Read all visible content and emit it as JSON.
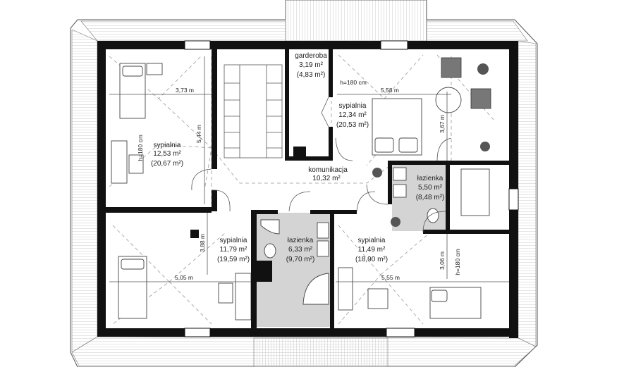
{
  "rooms": [
    {
      "id": "bed-tl",
      "name": "sypialnia",
      "area": "12,53 m²",
      "area2": "(20,67 m²)"
    },
    {
      "id": "garderoba",
      "name": "garderoba",
      "area": "3,19 m²",
      "area2": "(4,83 m²)"
    },
    {
      "id": "bed-tr",
      "name": "sypialnia",
      "area": "12,34 m²",
      "area2": "(20,53 m²)"
    },
    {
      "id": "komunikacja",
      "name": "komunikacja",
      "area": "10,32 m²",
      "area2": ""
    },
    {
      "id": "bath-r",
      "name": "łazienka",
      "area": "5,50 m²",
      "area2": "(8,48 m²)"
    },
    {
      "id": "bed-bl",
      "name": "sypialnia",
      "area": "11,79 m²",
      "area2": "(19,59 m²)"
    },
    {
      "id": "bath-c",
      "name": "łazienka",
      "area": "6,33 m²",
      "area2": "(9,70 m²)"
    },
    {
      "id": "bed-br",
      "name": "sypialnia",
      "area": "11,49 m²",
      "area2": "(18,90 m²)"
    }
  ],
  "dimensions": {
    "tl_width": "3,73 m",
    "tl_height": "5,44 m",
    "tl_headroom": "h=180 cm",
    "tr_headroom": "h=180 cm",
    "tr_width": "5,58 m",
    "tr_height": "3,67 m",
    "bl_height": "3,88 m",
    "bl_width": "5,05 m",
    "br_height": "3,06 m",
    "br_headroom": "h=180 cm",
    "br_width": "5,55 m"
  }
}
